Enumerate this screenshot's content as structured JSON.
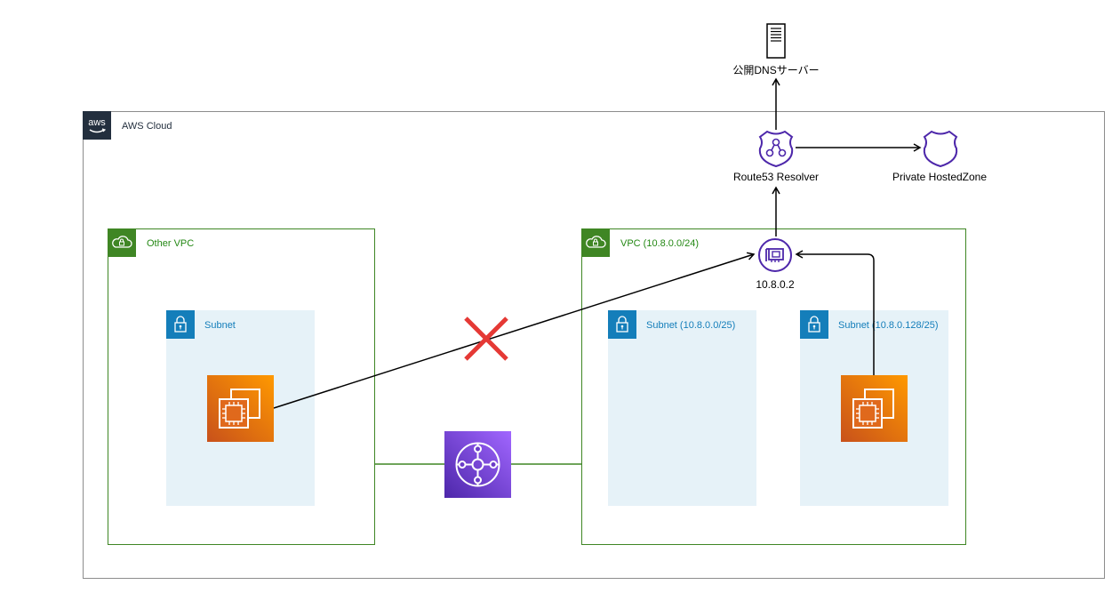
{
  "groups": {
    "aws_cloud": "AWS Cloud",
    "other_vpc": "Other VPC",
    "other_subnet": "Subnet",
    "vpc": "VPC (10.8.0.0/24)",
    "subnet_a": "Subnet (10.8.0.0/25)",
    "subnet_b": "Subnet (10.8.0.128/25)"
  },
  "nodes": {
    "public_dns": "公開DNSサーバー",
    "route53_resolver": "Route53 Resolver",
    "private_zone": "Private HostedZone",
    "resolver_ip": "10.8.0.2"
  },
  "icons": {
    "aws_logo": "aws-logo-icon",
    "vpc": "vpc-cloud-icon",
    "subnet": "subnet-lock-icon",
    "ec2": "ec2-instance-icon",
    "transit_gateway": "transit-gateway-icon",
    "dns_server": "dns-server-icon",
    "route53": "route53-shield-icon",
    "eni": "network-interface-icon",
    "blocked": "blocked-x-icon"
  },
  "colors": {
    "vpc_border": "#3f8624",
    "subnet_fill": "#e6f2f8",
    "subnet_badge": "#147eba",
    "ec2_orange": "#e0691c",
    "tgw_purple": "#7d43d8",
    "route53_purple": "#4d27aa",
    "blocked_red": "#e53935"
  }
}
